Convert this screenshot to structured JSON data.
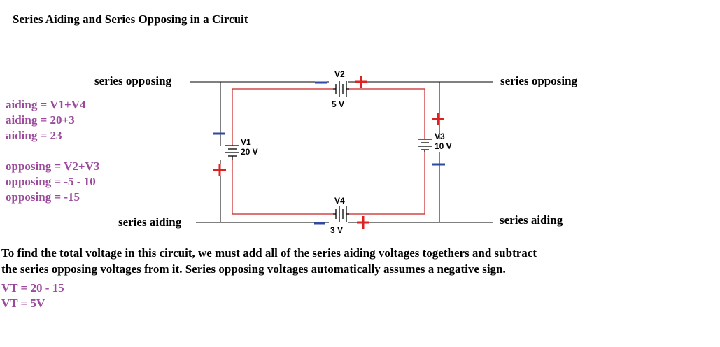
{
  "title": "Series Aiding and Series Opposing in a Circuit",
  "labels": {
    "opposing_left": "series opposing",
    "opposing_right": "series opposing",
    "aiding_left": "series aiding",
    "aiding_right": "series aiding"
  },
  "aiding_calc": [
    "aiding = V1+V4",
    "aiding = 20+3",
    "aiding = 23"
  ],
  "opposing_calc": [
    "opposing = V2+V3",
    "opposing = -5 - 10",
    "opposing = -15"
  ],
  "components": {
    "v1": {
      "name": "V1",
      "value": "20 V"
    },
    "v2": {
      "name": "V2",
      "value": "5 V"
    },
    "v3": {
      "name": "V3",
      "value": "10 V"
    },
    "v4": {
      "name": "V4",
      "value": "3 V"
    }
  },
  "explanation": [
    "To find the total voltage in this circuit, we must add all of the series aiding voltages togethers and subtract",
    "the series opposing voltages from it.  Series opposing voltages automatically assumes a negative sign."
  ],
  "result": [
    "VT = 20 - 15",
    "VT = 5V"
  ],
  "colors": {
    "wire": "#000000",
    "loop": "#cc2222",
    "plus": "#dd2222",
    "minus": "#2e4aa0",
    "calc_text": "#9b4a9b"
  }
}
